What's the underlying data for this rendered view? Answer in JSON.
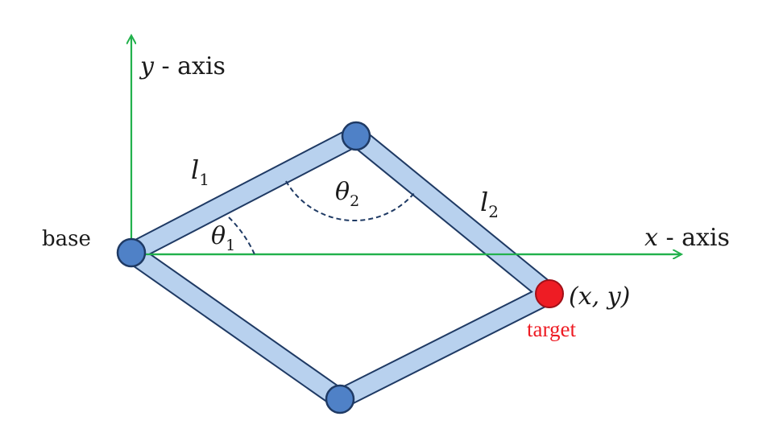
{
  "colors": {
    "axis": "#22b14c",
    "link_fill": "#b8d1ee",
    "link_stroke": "#1f3a64",
    "joint_fill": "#4f81c7",
    "joint_stroke": "#1f3a64",
    "target_fill": "#ee1c24",
    "target_stroke": "#a01018",
    "target_text": "#ee1c24",
    "text": "#1a1a1a",
    "arc": "#1f3a64"
  },
  "labels": {
    "y_axis_var": "y",
    "y_axis_suffix": " - axis",
    "x_axis_var": "x",
    "x_axis_suffix": " - axis",
    "base": "base",
    "l1_main": "l",
    "l1_sub": "1",
    "l2_main": "l",
    "l2_sub": "2",
    "theta1_main": "θ",
    "theta1_sub": "1",
    "theta2_main": "θ",
    "theta2_sub": "2",
    "coordinate": "(x, y)",
    "target": "target"
  }
}
